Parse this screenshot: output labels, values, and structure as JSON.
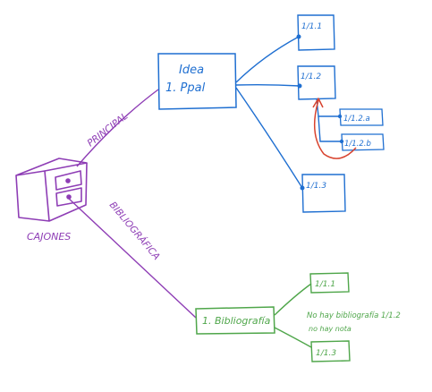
{
  "colors": {
    "purple": "#8e3db5",
    "blue": "#1f6fd1",
    "green": "#4fa64a",
    "red": "#d8432e"
  },
  "root": {
    "label": "CAJONES",
    "icon": "dresser-icon"
  },
  "branches": {
    "principal": "PRINCIPAL",
    "bibliografica": "BIBLIOGRÁFICA"
  },
  "idea": {
    "line1": "Idea",
    "line2": "1. Ppal"
  },
  "idea_children": {
    "n111": "1/1.1",
    "n112": "1/1.2",
    "n112a": "1/1.2.a",
    "n112b": "1/1.2.b",
    "n113": "1/1.3"
  },
  "biblio": {
    "label": "1. Bibliografía",
    "children": {
      "n111": "1/1.1",
      "n113": "1/1.3"
    },
    "note_line1": "No hay bibliografía 1/1.2",
    "note_line2": "no hay nota"
  }
}
